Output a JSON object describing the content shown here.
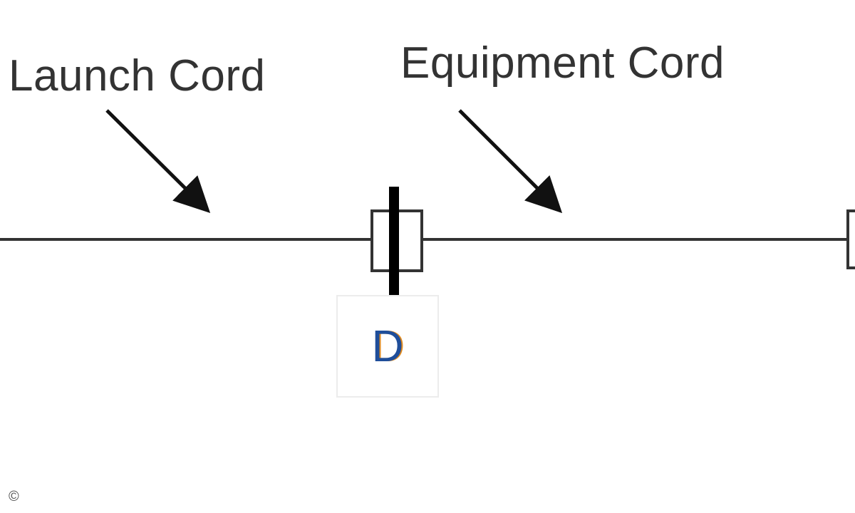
{
  "labels": {
    "launch_cord": "Launch Cord",
    "equipment_cord": "Equipment Cord"
  },
  "connection_point": {
    "label": "D",
    "color": "#1f4e9a",
    "accent": "#e08a1e"
  },
  "footer": {
    "copyright": "©"
  },
  "colors": {
    "line": "#333333",
    "arrow": "#111111",
    "connector": "#000000",
    "box_border": "#ececec"
  }
}
